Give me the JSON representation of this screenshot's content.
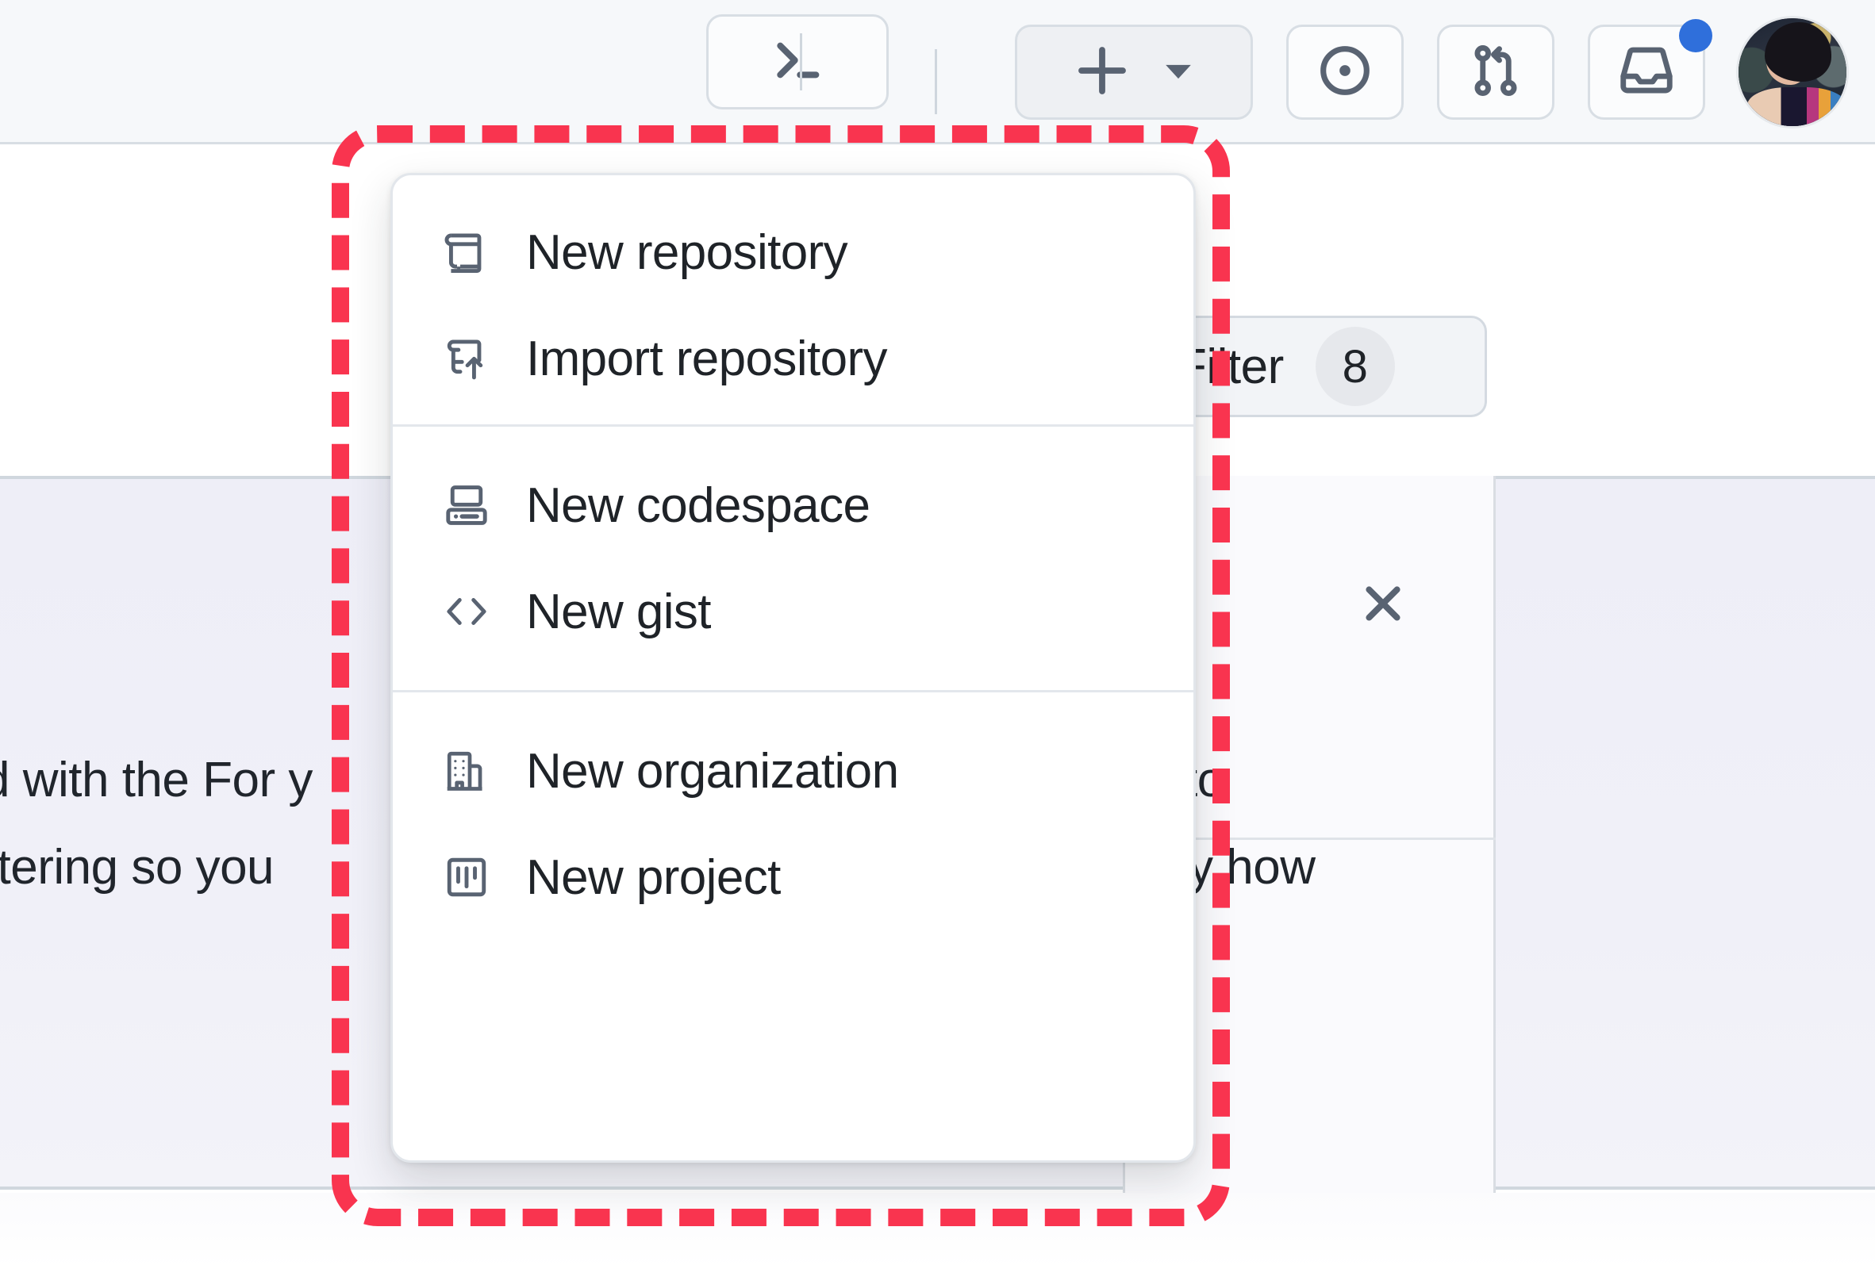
{
  "header": {
    "command_palette": {
      "icon": "terminal-prompt-icon"
    },
    "buttons": [
      {
        "name": "create-new-button",
        "icon": "plus-icon",
        "caret": "triangle-down-icon",
        "label": ""
      },
      {
        "name": "issues-button",
        "icon": "issue-opened-icon",
        "label": ""
      },
      {
        "name": "pull-requests-button",
        "icon": "git-pull-request-icon",
        "label": ""
      },
      {
        "name": "notifications-button",
        "icon": "inbox-icon",
        "label": "",
        "has_unread_dot": true
      }
    ],
    "avatar": {
      "name": "user-avatar",
      "alt": ""
    }
  },
  "menu": {
    "groups": [
      {
        "items": [
          {
            "icon": "repo-icon",
            "label": "New repository"
          },
          {
            "icon": "repo-push-icon",
            "label": "Import repository"
          }
        ]
      },
      {
        "items": [
          {
            "icon": "codespaces-icon",
            "label": "New codespace"
          },
          {
            "icon": "code-icon",
            "label": "New gist"
          }
        ]
      },
      {
        "items": [
          {
            "icon": "organization-icon",
            "label": "New organization"
          },
          {
            "icon": "project-icon",
            "label": "New project"
          }
        ]
      }
    ]
  },
  "page": {
    "filter": {
      "label": "Filter",
      "count": "8",
      "icon": "filter-icon"
    },
    "close_button": {
      "icon": "x-icon"
    },
    "body_text": {
      "left_line_1": "d with the For y",
      "left_line_2": "iltering so you",
      "right_line_1": "to",
      "right_line_2": "tly how"
    }
  },
  "annotation": {
    "shape": "dashed-rounded-rectangle",
    "color": "#f9344f"
  }
}
